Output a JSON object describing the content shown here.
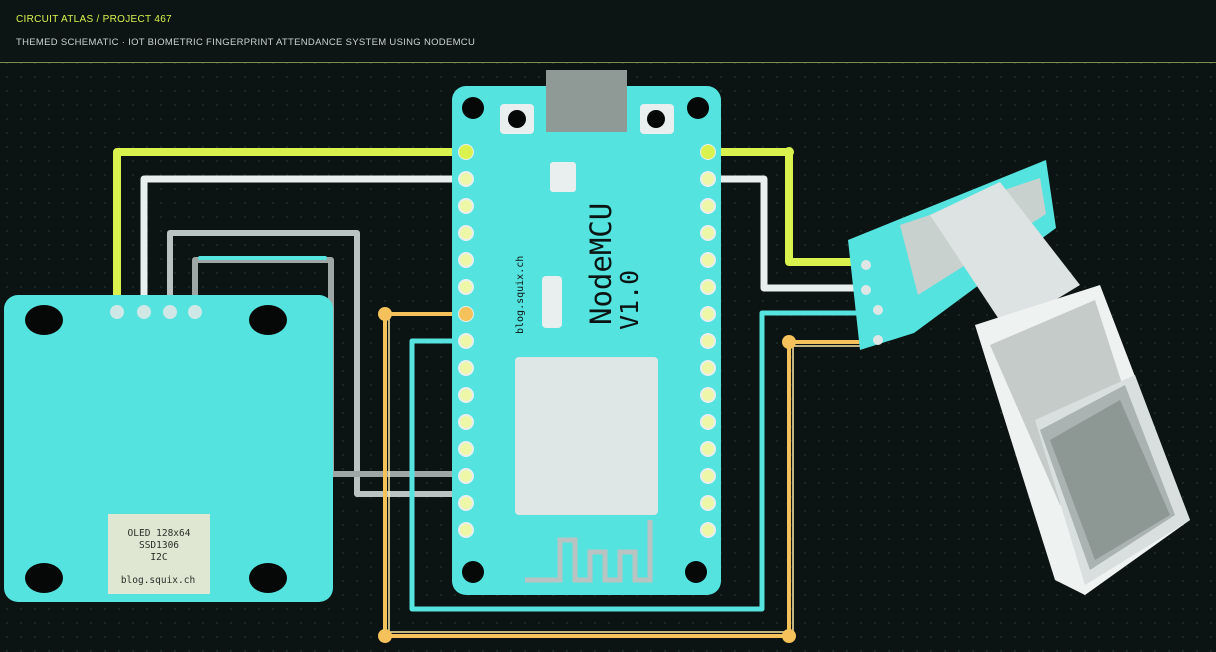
{
  "header": {
    "breadcrumb": "CIRCUIT ATLAS / PROJECT 467",
    "subtitle": "THEMED SCHEMATIC · IOT BIOMETRIC FINGERPRINT ATTENDANCE SYSTEM USING NODEMCU"
  },
  "oled": {
    "label_lines": [
      "OLED 128x64",
      "SSD1306",
      "I2C"
    ],
    "url": "blog.squix.ch"
  },
  "nodemcu": {
    "name": "NodeMCU",
    "version": "V1.0",
    "side_text": "blog.squix.ch"
  },
  "colors": {
    "board": "#55e3df",
    "wire_power": "#d9f24d",
    "wire_gray": "#e9efee",
    "wire_orange": "#f4c15a",
    "wire_cyan": "#56e4e0",
    "background": "#0b1412"
  },
  "icons": {
    "fingerprint_sensor": "fingerprint-sensor-module",
    "wifi_antenna": "pcb-antenna"
  }
}
